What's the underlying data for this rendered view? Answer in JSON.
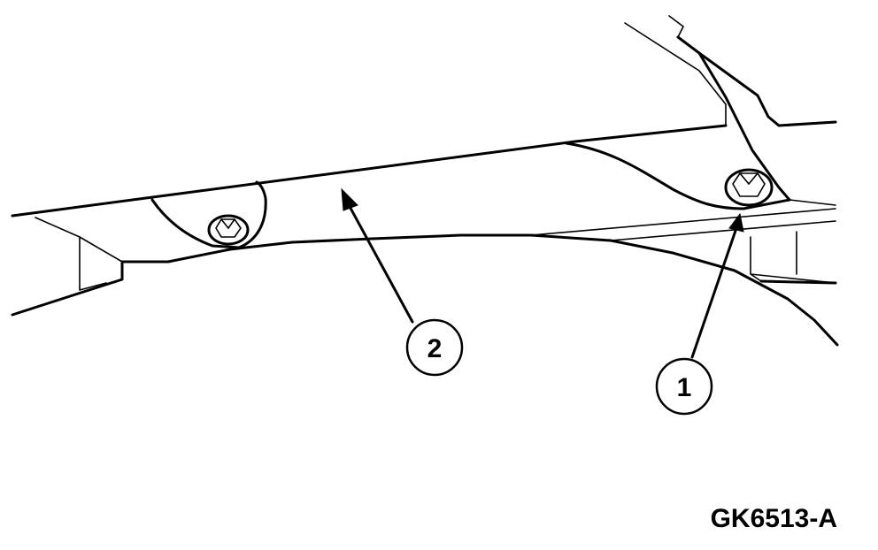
{
  "diagram": {
    "callouts": [
      {
        "number": "1"
      },
      {
        "number": "2"
      }
    ],
    "figure_id": "GK6513-A",
    "line_color": "#000000",
    "background_color": "#ffffff"
  }
}
